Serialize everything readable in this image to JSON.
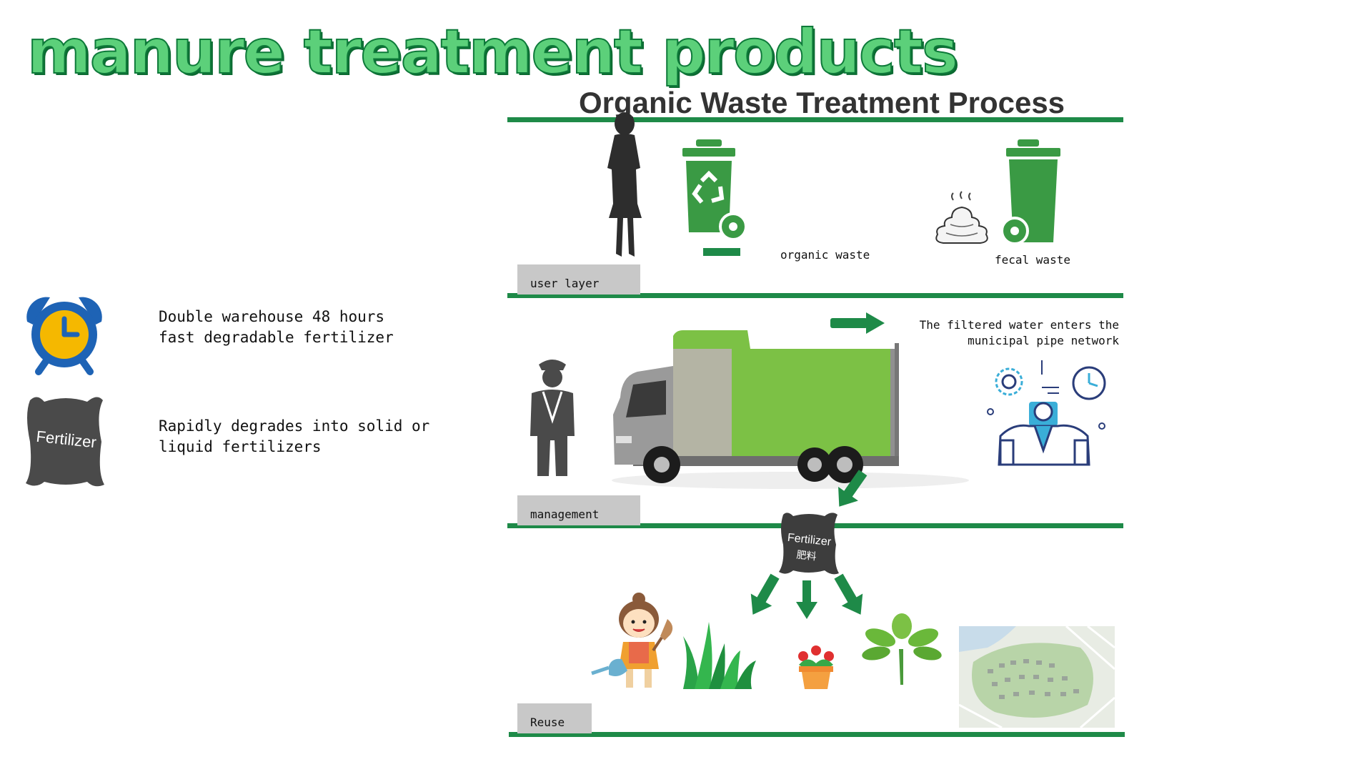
{
  "header": {
    "main_title": "manure treatment products",
    "process_title": "Organic Waste Treatment Process"
  },
  "features": [
    {
      "icon": "alarm-clock-icon",
      "line1": "Double warehouse 48 hours",
      "line2": "fast degradable fertilizer"
    },
    {
      "icon": "fertilizer-bag-icon",
      "bag_label": "Fertilizer",
      "line1": "Rapidly degrades into solid or",
      "line2": "liquid fertilizers"
    }
  ],
  "layers": {
    "user": {
      "label": "user layer",
      "organic_waste": "organic waste",
      "fecal_waste": "fecal waste"
    },
    "management": {
      "label": "management",
      "note_line1": "The filtered water enters the",
      "note_line2": "municipal pipe network"
    },
    "reuse": {
      "label": "Reuse",
      "bag_label_en": "Fertilizer",
      "bag_label_cn": "肥料"
    }
  },
  "colors": {
    "accent_green": "#1e8a48",
    "bin_green": "#3a9a44",
    "truck_green": "#7cc145",
    "label_gray": "#c8c8c8",
    "title_fill": "#5cd07a",
    "clock_blue": "#1e63b5",
    "clock_yellow": "#f5b800"
  }
}
